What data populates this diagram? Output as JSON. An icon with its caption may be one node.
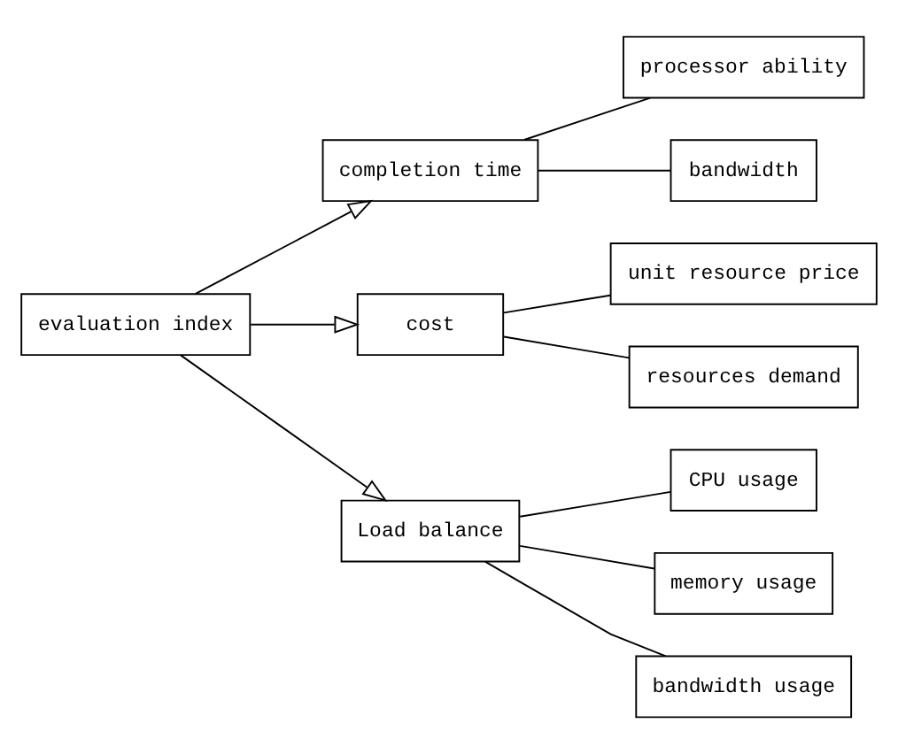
{
  "diagram": {
    "nodes": [
      {
        "text": [
          "evaluation index"
        ]
      },
      {
        "text": [
          "completion time"
        ]
      },
      {
        "text": [
          "cost"
        ]
      },
      {
        "text": [
          "Load balance"
        ]
      },
      {
        "text": [
          "processor ability"
        ]
      },
      {
        "text": [
          "bandwidth"
        ]
      },
      {
        "text": [
          "unit resource price"
        ]
      },
      {
        "text": [
          "resources demand"
        ]
      },
      {
        "text": [
          "CPU usage"
        ]
      },
      {
        "text": [
          "memory usage"
        ]
      },
      {
        "text": [
          "bandwidth usage"
        ]
      }
    ],
    "edges": [
      {
        "from": 0,
        "to": 1,
        "arrow": "to"
      },
      {
        "from": 0,
        "to": 2,
        "arrow": "to"
      },
      {
        "from": 0,
        "to": 3,
        "arrow": "to"
      },
      {
        "from": 1,
        "to": 4,
        "arrow": "none"
      },
      {
        "from": 1,
        "to": 5,
        "arrow": "none"
      },
      {
        "from": 2,
        "to": 6,
        "arrow": "none"
      },
      {
        "from": 2,
        "to": 7,
        "arrow": "none"
      },
      {
        "from": 3,
        "to": 8,
        "arrow": "none"
      },
      {
        "from": 3,
        "to": 9,
        "arrow": "none"
      },
      {
        "from": 3,
        "to": 10,
        "arrow": "none"
      }
    ]
  }
}
